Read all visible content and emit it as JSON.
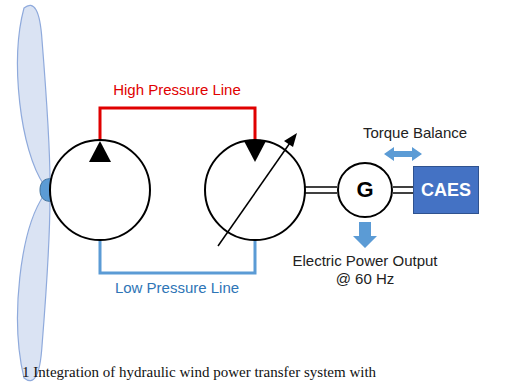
{
  "diagram": {
    "caption": "1 Integration of hydraulic wind power transfer system with",
    "nodes": [
      {
        "text": [
          "G"
        ]
      },
      {
        "text": [
          "CAES"
        ]
      }
    ],
    "edges": [
      {
        "from": 0,
        "to": 1,
        "arrow": "none"
      }
    ],
    "labels": [
      "High Pressure Line",
      "Low Pressure Line",
      "Torque Balance",
      "Electric Power Output",
      "@ 60 Hz"
    ]
  }
}
